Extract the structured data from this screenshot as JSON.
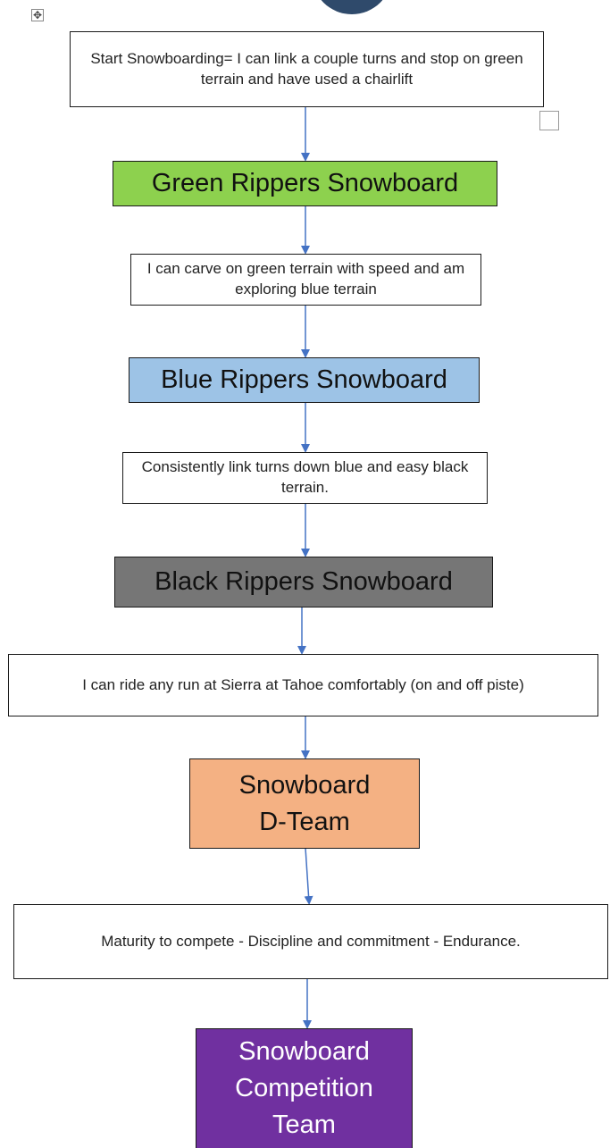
{
  "icons": {
    "move_handle": "move-arrows-icon",
    "move_glyph": "✥"
  },
  "flow": {
    "start": "Start Snowboarding= I can link a couple turns and stop on green terrain and have used a chairlift",
    "green_level": "Green Rippers Snowboard",
    "green_desc": "I can carve on green terrain with speed and am exploring blue terrain",
    "blue_level": "Blue Rippers Snowboard",
    "blue_desc": "Consistently link turns down blue and easy black terrain.",
    "black_level": "Black Rippers Snowboard",
    "black_desc": "I can ride any run at Sierra at Tahoe comfortably (on and off piste)",
    "dteam_line1": "Snowboard",
    "dteam_line2": "D-Team",
    "dteam_desc": "Maturity to compete - Discipline and commitment - Endurance.",
    "comp_line1": "Snowboard",
    "comp_line2": "Competition",
    "comp_line3": "Team"
  },
  "colors": {
    "green": "#8dd14e",
    "blue": "#9dc3e6",
    "black": "#767676",
    "orange": "#f4b183",
    "purple": "#7030a0",
    "arrow": "#4472c4"
  }
}
